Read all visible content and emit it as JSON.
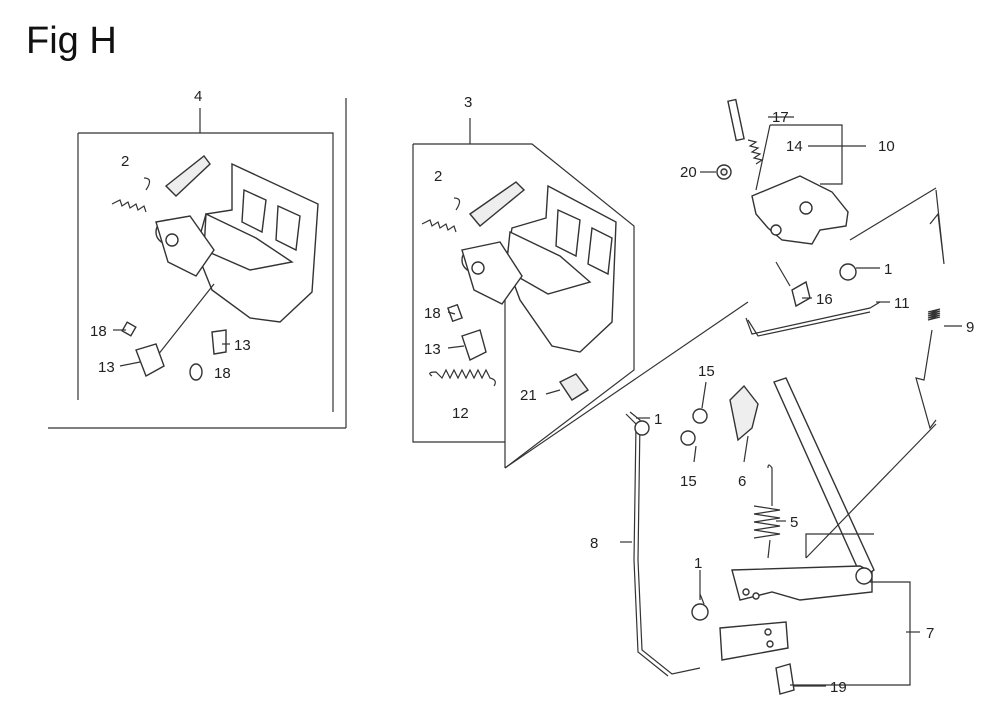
{
  "figure": {
    "title": "Fig H"
  },
  "callouts": {
    "c1a": "1",
    "c1b": "1",
    "c1c": "1",
    "c2a": "2",
    "c2b": "2",
    "c3": "3",
    "c4": "4",
    "c5": "5",
    "c6": "6",
    "c7": "7",
    "c8": "8",
    "c9": "9",
    "c10": "10",
    "c11": "11",
    "c12": "12",
    "c13a": "13",
    "c13b": "13",
    "c13c": "13",
    "c14": "14",
    "c15a": "15",
    "c15b": "15",
    "c16": "16",
    "c17": "17",
    "c18a": "18",
    "c18b": "18",
    "c18c": "18",
    "c19": "19",
    "c20": "20",
    "c21": "21"
  }
}
